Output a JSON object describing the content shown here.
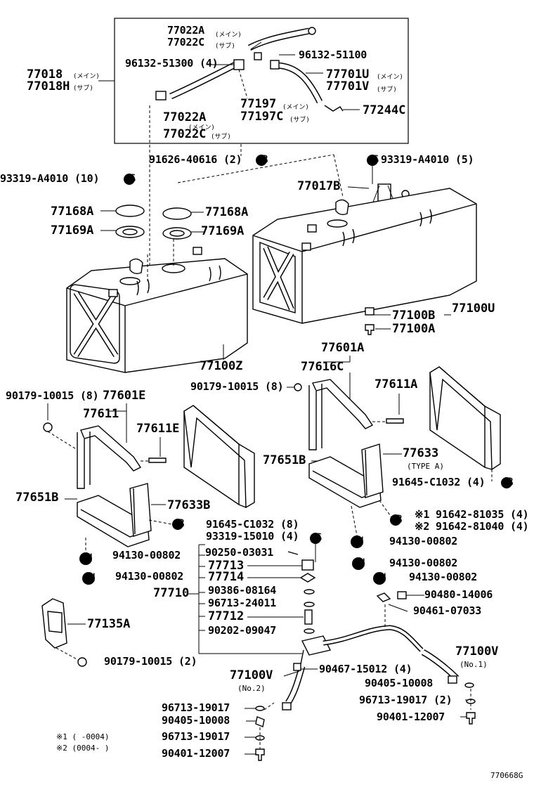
{
  "diagram_id": "770668G",
  "labels": {
    "p77022A_top": "77022A",
    "p77022C_top": "77022C",
    "main": "(メイン)",
    "sub": "(サブ)",
    "p96132_51300": "96132-51300 (4)",
    "p96132_51100": "96132-51100",
    "p77018": "77018",
    "p77018H": "77018H",
    "p77701U": "77701U",
    "p77701V": "77701V",
    "p77197": "77197",
    "p77197C": "77197C",
    "p77244C": "77244C",
    "p77022A_bot": "77022A",
    "p77022C_bot": "77022C",
    "p91626": "91626-40616 (2)",
    "p93319_10": "93319-A4010 (10)",
    "p93319_5": "93319-A4010 (5)",
    "p77017B": "77017B",
    "p77168A_l": "77168A",
    "p77168A_r": "77168A",
    "p77169A_l": "77169A",
    "p77169A_r": "77169A",
    "p77100B": "77100B",
    "p77100U": "77100U",
    "p77100A": "77100A",
    "p77100Z": "77100Z",
    "p77601A": "77601A",
    "p77616C": "77616C",
    "p90179_8_l": "90179-10015 (8)",
    "p77601E": "77601E",
    "p90179_8_r": "90179-10015 (8)",
    "p77611A": "77611A",
    "p77611": "77611",
    "p77611E": "77611E",
    "p77651B_r": "77651B",
    "p77633": "77633",
    "typeA": "(TYPE A)",
    "p91645_4": "91645-C1032 (4)",
    "p77651B_l": "77651B",
    "p77633B": "77633B",
    "p91645_8": "91645-C1032 (8)",
    "p91642_81035": "※1 91642-81035 (4)",
    "p91642_81040": "※2 91642-81040 (4)",
    "p93319_15010": "93319-15010 (4)",
    "p94130_a": "94130-00802",
    "p94130_b": "94130-00802",
    "p94130_c": "94130-00802",
    "p94130_d": "94130-00802",
    "p94130_e": "94130-00802",
    "p90250": "90250-03031",
    "p77713": "77713",
    "p77714": "77714",
    "p77710": "77710",
    "p90386": "90386-08164",
    "p96713_24011": "96713-24011",
    "p77712": "77712",
    "p90202": "90202-09047",
    "p90480": "90480-14006",
    "p90461": "90461-07033",
    "p77135A": "77135A",
    "p90179_2": "90179-10015 (2)",
    "p77100V_1": "77100V",
    "no1": "(No.1)",
    "p77100V_2": "77100V",
    "no2": "(No.2)",
    "p90467": "90467-15012 (4)",
    "p90405_r": "90405-10008",
    "p96713_19017_2": "96713-19017 (2)",
    "p90401_r": "90401-12007",
    "p96713_19017_a": "96713-19017",
    "p90405_l": "90405-10008",
    "p96713_19017_b": "96713-19017",
    "p90401_l": "90401-12007",
    "note1": "※1 (      -0004)",
    "note2": "※2 (0004-      )"
  },
  "symbols": {
    "S": "S",
    "B": "B",
    "N": "N"
  }
}
